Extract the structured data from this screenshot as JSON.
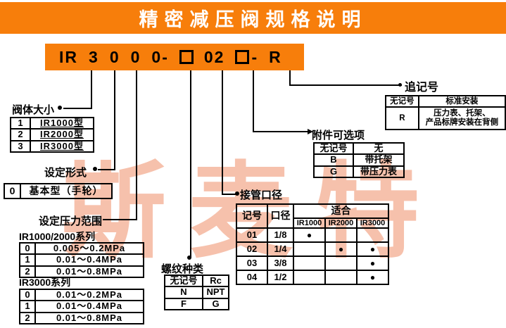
{
  "colors": {
    "accent_orange": "#F77E0B",
    "watermark_red": "#E8622E",
    "line_black": "#000000"
  },
  "header": {
    "title": "精密减压阀规格说明"
  },
  "model_bar": {
    "segments": [
      "IR",
      "3",
      "0",
      "0",
      "0-",
      "□",
      "02",
      "□-",
      "R"
    ]
  },
  "labels": {
    "valve_body_size": "阀体大小",
    "setting_type": "设定形式",
    "pressure_range": "设定压力范围",
    "series_1000_2000": "IR1000/2000系列",
    "series_3000": "IR3000系列",
    "thread_type": "螺纹种类",
    "port_size": "接管口径",
    "accessory_options": "附件可选项",
    "suffix_mark": "追记号"
  },
  "tables": {
    "valve_body": {
      "rows": [
        [
          "1",
          "IR1000型"
        ],
        [
          "2",
          "IR2000型"
        ],
        [
          "3",
          "IR3000型"
        ]
      ]
    },
    "setting_type": {
      "rows": [
        [
          "0",
          "基本型（手轮）"
        ]
      ]
    },
    "pressure_1000_2000": {
      "rows": [
        [
          "0",
          "0.005～0.2MPa"
        ],
        [
          "1",
          "0.01～0.4MPa"
        ],
        [
          "2",
          "0.01～0.8MPa"
        ]
      ]
    },
    "pressure_3000": {
      "rows": [
        [
          "0",
          "0.01～0.2MPa"
        ],
        [
          "1",
          "0.01～0.4MPa"
        ],
        [
          "2",
          "0.01～0.8MPa"
        ]
      ]
    },
    "thread": {
      "rows": [
        [
          "无记号",
          "Rc"
        ],
        [
          "N",
          "NPT"
        ],
        [
          "F",
          "G"
        ]
      ]
    },
    "accessory": {
      "rows": [
        [
          "无记号",
          "无"
        ],
        [
          "B",
          "带托架"
        ],
        [
          "G",
          "带压力表"
        ]
      ]
    },
    "suffix": {
      "rows": [
        [
          "无记号",
          "标准安装"
        ],
        [
          "R",
          "压力表、托架、\n产品标牌安装在背侧"
        ]
      ]
    },
    "port": {
      "headers": {
        "code": "记号",
        "size": "口径",
        "fit": "适合",
        "models": [
          "IR1000",
          "IR2000",
          "IR3000"
        ]
      },
      "dot_symbol": "●",
      "rows": [
        {
          "code": "01",
          "size": "1/8",
          "fit": [
            true,
            false,
            false
          ]
        },
        {
          "code": "02",
          "size": "1/4",
          "fit": [
            false,
            true,
            true
          ]
        },
        {
          "code": "03",
          "size": "3/8",
          "fit": [
            false,
            false,
            true
          ]
        },
        {
          "code": "04",
          "size": "1/2",
          "fit": [
            false,
            false,
            true
          ]
        }
      ]
    }
  },
  "watermark": {
    "text": "斯麦特"
  }
}
